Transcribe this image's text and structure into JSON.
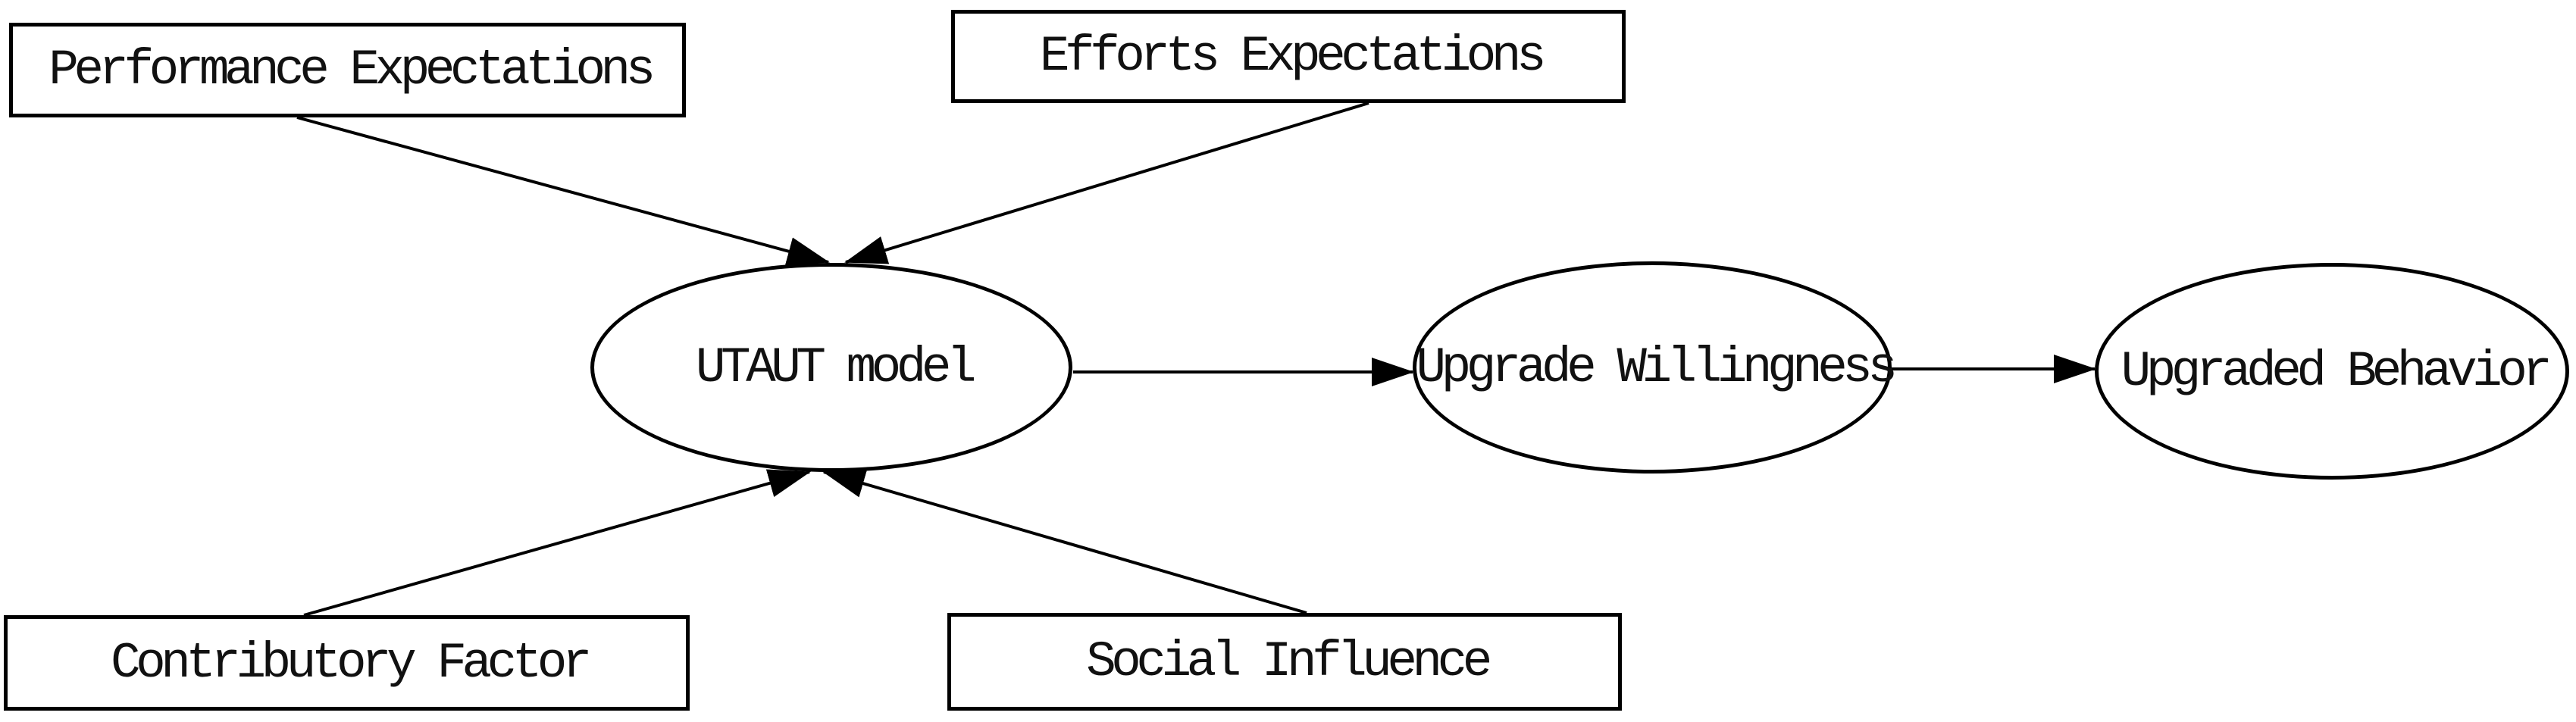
{
  "diagram": {
    "background_color": "#ffffff",
    "line_color": "#000000",
    "text_color": "#111111",
    "nodes": [
      {
        "id": "performance-expectations",
        "label": "Performance Expectations",
        "shape": "rectangle"
      },
      {
        "id": "efforts-expectations",
        "label": "Efforts Expectations",
        "shape": "rectangle"
      },
      {
        "id": "utaut-model",
        "label": "UTAUT model",
        "shape": "ellipse"
      },
      {
        "id": "upgrade-willingness",
        "label": "Upgrade Willingness",
        "shape": "ellipse"
      },
      {
        "id": "upgraded-behavior",
        "label": "Upgraded Behavior",
        "shape": "ellipse"
      },
      {
        "id": "contributory-factor",
        "label": "Contributory Factor",
        "shape": "rectangle"
      },
      {
        "id": "social-influence",
        "label": "Social Influence",
        "shape": "rectangle"
      }
    ],
    "edges": [
      {
        "from": "performance-expectations",
        "to": "utaut-model"
      },
      {
        "from": "efforts-expectations",
        "to": "utaut-model"
      },
      {
        "from": "contributory-factor",
        "to": "utaut-model"
      },
      {
        "from": "social-influence",
        "to": "utaut-model"
      },
      {
        "from": "utaut-model",
        "to": "upgrade-willingness"
      },
      {
        "from": "upgrade-willingness",
        "to": "upgraded-behavior"
      }
    ]
  }
}
